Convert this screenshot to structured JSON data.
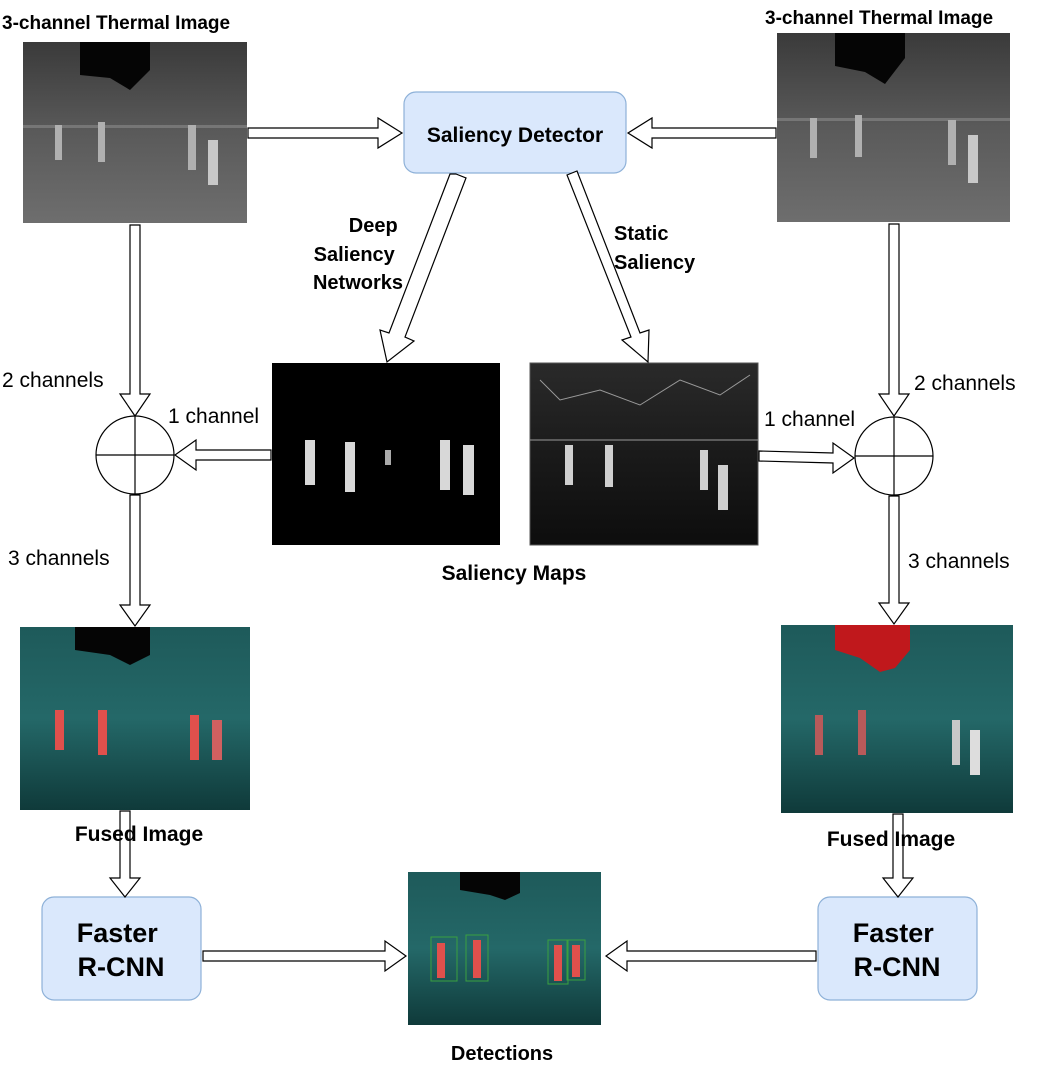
{
  "labels": {
    "thermal_left": "3-channel Thermal Image",
    "thermal_right": "3-channel Thermal Image",
    "saliency_detector": "Saliency Detector",
    "deep_saliency": [
      "Deep",
      "Saliency",
      "Networks"
    ],
    "static_saliency": [
      "Static",
      "Saliency"
    ],
    "two_channels_left": "2 channels",
    "two_channels_right": "2 channels",
    "one_channel_left": "1 channel",
    "one_channel_right": "1 channel",
    "three_channels_left": "3 channels",
    "three_channels_right": "3 channels",
    "saliency_maps": "Saliency Maps",
    "fused_left": "Fused Image",
    "fused_right": "Fused Image",
    "faster_left": [
      "Faster",
      "R-CNN"
    ],
    "faster_right": [
      "Faster",
      "R-CNN"
    ],
    "detections": "Detections"
  },
  "colors": {
    "box_fill": "#dae8fc",
    "box_stroke": "#8eb1d8",
    "arrow_stroke": "#000000",
    "thermal_bg": "#4a4a4a",
    "fused_bg": "#154545",
    "person_red": "#e0504c",
    "detect_box": "#3aa040"
  }
}
